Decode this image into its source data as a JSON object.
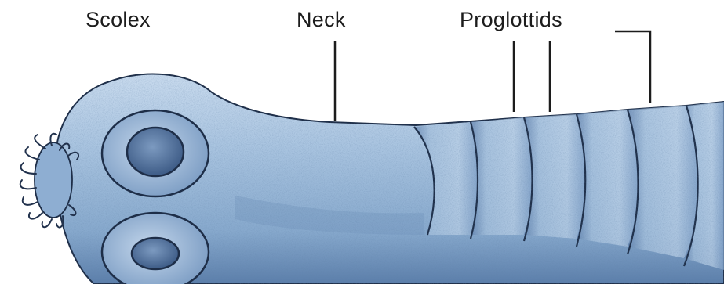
{
  "labels": {
    "scolex": "Scolex",
    "neck": "Neck",
    "proglottids": "Proglottids"
  },
  "colors": {
    "body_fill": "#9db9d6",
    "body_dark": "#2f4f7c",
    "outline": "#1e2e48",
    "sucker_inner": "#4c6a95",
    "hooks": "#22324d",
    "leader_line": "#1c1c1c"
  }
}
